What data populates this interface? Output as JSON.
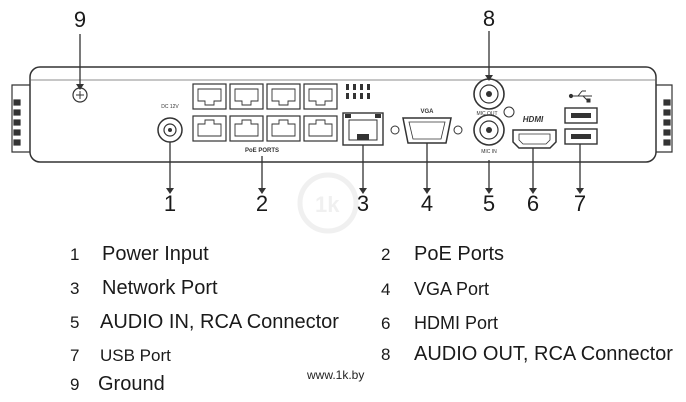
{
  "callouts": [
    "9",
    "8",
    "1",
    "2",
    "3",
    "4",
    "5",
    "6",
    "7"
  ],
  "panel_text": {
    "dc_input": "DC 12V",
    "poe_ports": "PoE PORTS",
    "vga": "VGA",
    "hdmi": "HDMI",
    "mic_out": "MIC OUT",
    "mic_in": "MIC IN"
  },
  "legend": [
    {
      "num": "1",
      "label": "Power Input"
    },
    {
      "num": "2",
      "label": "PoE Ports"
    },
    {
      "num": "3",
      "label": "Network Port"
    },
    {
      "num": "4",
      "label": "VGA Port"
    },
    {
      "num": "5",
      "label": "AUDIO IN, RCA Connector"
    },
    {
      "num": "6",
      "label": "HDMI Port"
    },
    {
      "num": "7",
      "label": "USB Port"
    },
    {
      "num": "8",
      "label": "AUDIO OUT, RCA Connector"
    },
    {
      "num": "9",
      "label": "Ground"
    }
  ],
  "watermark": "www.1k.by",
  "colors": {
    "stroke": "#333333",
    "panel": "#ffffff",
    "text": "#1a1a1a"
  }
}
